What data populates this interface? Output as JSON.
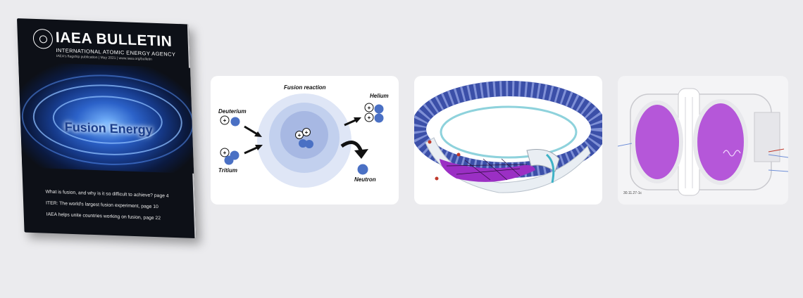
{
  "magazine": {
    "title": "IAEA BULLETIN",
    "subtitle": "INTERNATIONAL ATOMIC ENERGY AGENCY",
    "issue_line": "IAEA's flagship publication | May 2021 | www.iaea.org/bulletin",
    "cover_title": "Fusion Energy",
    "bullets": [
      "What is fusion, and why is it so difficult to achieve? page 4",
      "ITER: The world's largest fusion experiment, page 10",
      "IAEA helps unite countries working on fusion, page 22"
    ]
  },
  "fusion_diagram": {
    "title": "Fusion reaction",
    "deuterium": "Deuterium",
    "tritium": "Tritium",
    "helium": "Helium",
    "neutron": "Neutron",
    "proton_symbol": "+",
    "colors": {
      "particle": "#4a70c4",
      "outer_ring": "#dfe6f6",
      "mid_ring": "#c2d0ee",
      "core": "#a7b8e3"
    }
  },
  "tokamak": {
    "colors": {
      "coil": "#3b4fa8",
      "plasma": "#9b2fc4",
      "structure": "#e9eef3"
    }
  },
  "reactor_render": {
    "code_label": "30.11.27-1c",
    "colors": {
      "plasma": "#b04ad6",
      "body": "#f2f2f4"
    }
  }
}
